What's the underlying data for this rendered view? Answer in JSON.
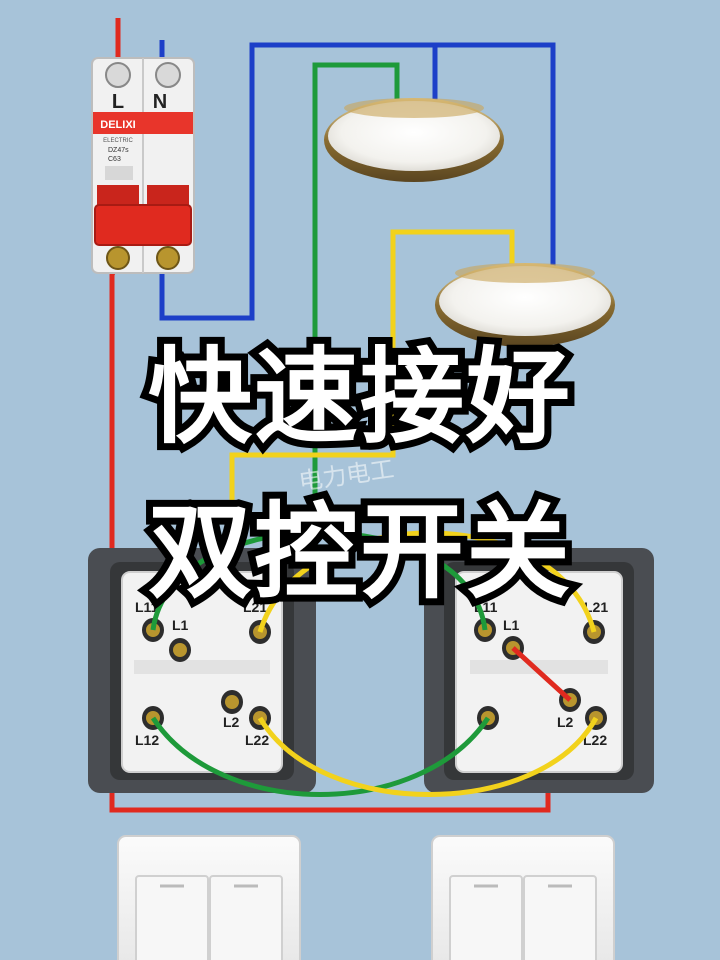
{
  "breaker": {
    "brand": "DELIXI",
    "sub": "ELECTRIC",
    "model": "DZ47s",
    "rating": "C63",
    "phase_label": "L",
    "neutral_label": "N"
  },
  "switch_left": {
    "terminals": [
      "L11",
      "L1",
      "L21",
      "L12",
      "L2",
      "L22"
    ]
  },
  "switch_right": {
    "terminals": [
      "L11",
      "L1",
      "L21",
      "L2",
      "L22"
    ]
  },
  "watermark": "电力电工",
  "title": {
    "line1": "快速接好",
    "line2": "双控开关"
  },
  "colors": {
    "background": "#a7c3d9",
    "wire_phase": "#e02a1f",
    "wire_neutral": "#1d3fc8",
    "wire_green": "#1e9a3a",
    "wire_yellow": "#f2d21c",
    "switch_frame": "#4a4d52"
  }
}
